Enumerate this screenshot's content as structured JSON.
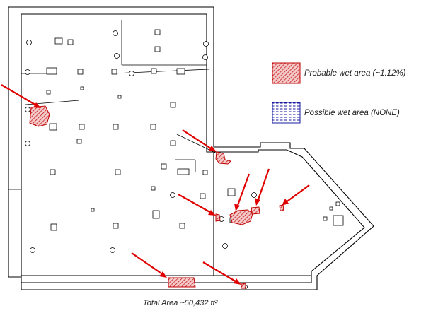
{
  "legend": {
    "probable_label": "Probable wet area (~1.12%)",
    "possible_label": "Possible wet area (NONE)",
    "probable_color": "#c00000",
    "possible_color": "#1a1aa0"
  },
  "caption": "Total Area ~50,432 ft²",
  "colors": {
    "arrow": "#e00000",
    "wall": "#000000"
  }
}
